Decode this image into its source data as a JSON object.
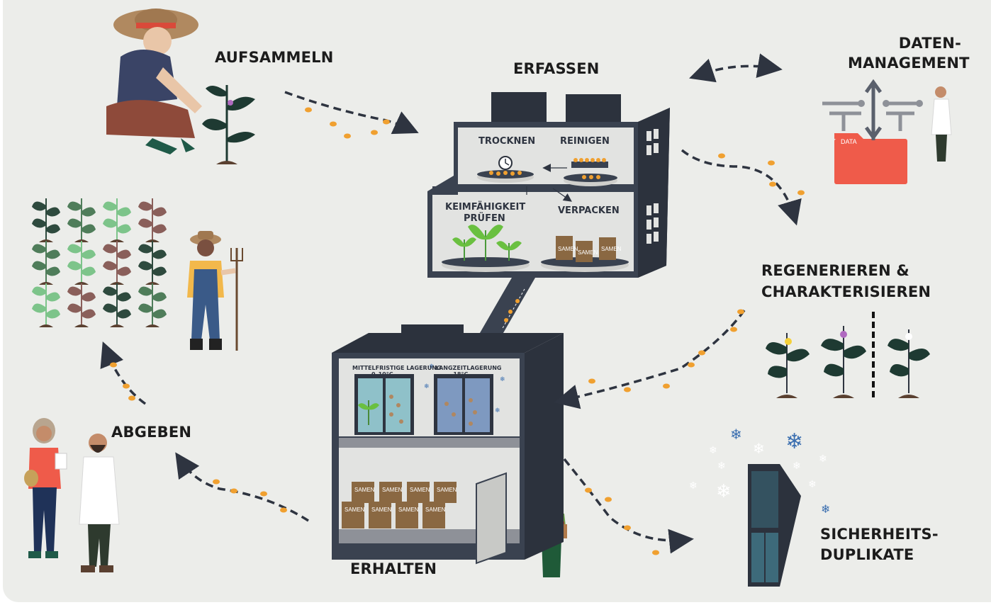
{
  "labels": {
    "aufsammeln": "AUFSAMMELN",
    "erfassen": "ERFASSEN",
    "datenmanagement_1": "DATEN-",
    "datenmanagement_2": "MANAGEMENT",
    "regenerieren_1": "REGENERIEREN &",
    "regenerieren_2": "CHARAKTERISIEREN",
    "abgeben": "ABGEBEN",
    "erhalten": "ERHALTEN",
    "sicherheit_1": "SICHERHEITS-",
    "sicherheit_2": "DUPLIKATE"
  },
  "building_top": {
    "trocknen": "TROCKNEN",
    "reinigen": "REINIGEN",
    "keimfaehigkeit_1": "KEIMFÄHIGKEIT",
    "keimfaehigkeit_2": "PRÜFEN",
    "verpacken": "VERPACKEN"
  },
  "building_bottom": {
    "mittelfristig_1": "MITTELFRISTIGE LAGERUNG",
    "mittelfristig_2": "0–10°C",
    "langzeit_1": "LANGZEITLAGERUNG",
    "langzeit_2": "-18°C",
    "bag_label": "SAMEN"
  },
  "data_folder_label": "DATA",
  "colors": {
    "background": "#ecedea",
    "building": "#3a4250",
    "seed": "#f0a030",
    "folder": "#ef5b4a",
    "snowflake": "#3b6fb0",
    "bag": "#8a6842"
  }
}
